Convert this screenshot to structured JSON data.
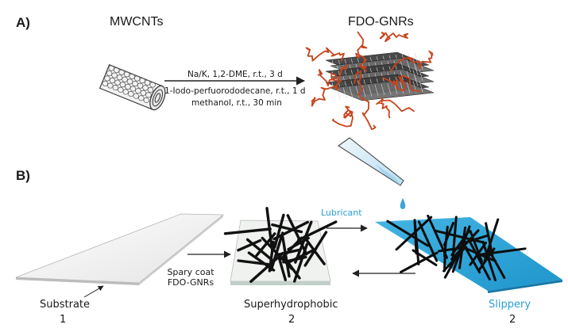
{
  "panel_a": {
    "label": "A)",
    "reactant": "MWCNTs",
    "product": "FDO-GNRs",
    "conditions": [
      "Na/K, 1,2-DME, r.t., 3 d",
      "1-Iodo-perfuorododecane, r.t., 1 d",
      "methanol, r.t., 30 min"
    ]
  },
  "panel_b": {
    "label": "B)",
    "spray_step": [
      "Spary coat",
      "FDO-GNRs"
    ],
    "lubricant_label": "Lubricant",
    "substrate": {
      "name": "Substrate",
      "number": "1"
    },
    "superhydrophobic": {
      "name": "Superhydrophobic",
      "number": "2"
    },
    "slippery": {
      "name": "Slippery",
      "number": "2"
    }
  },
  "colors": {
    "accent_blue": "#2a9fd6",
    "lubricant_fill": "#2fa8d8",
    "fiber_red": "#c8441c",
    "fiber_black": "#111111"
  }
}
